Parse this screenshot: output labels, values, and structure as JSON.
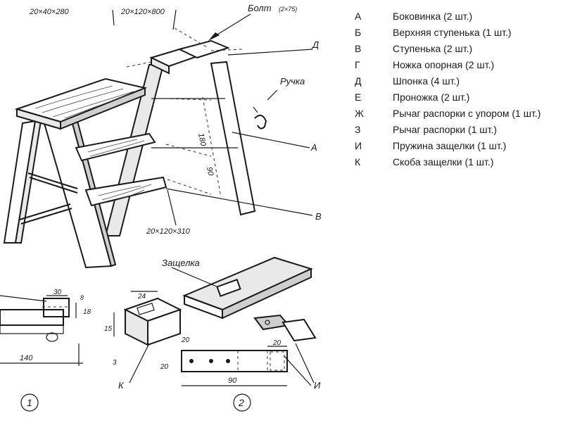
{
  "drawing": {
    "dimension_labels": {
      "top_step_size": "20×40×280",
      "top_board_size": "20×120×800",
      "lower_step_size": "20×120×310",
      "leg_length_a": "180",
      "leg_length_b": "90",
      "detail1_width": "30",
      "detail1_side": "8",
      "detail1_height": "18",
      "detail1_length": "140",
      "bracket_width": "24",
      "bracket_height": "15",
      "bracket_thickness": "3",
      "bracket_depth": "20",
      "plate_length": "90",
      "plate_height": "20",
      "plate_side": "20"
    },
    "callouts": {
      "bolt": "Болт",
      "bolt_size": "(2×75)",
      "handle": "Ручка",
      "latch": "Защелка",
      "part_d": "Д",
      "part_a": "А",
      "part_v": "В",
      "part_k": "К",
      "part_i": "И"
    },
    "detail_numbers": {
      "detail_1": "1",
      "detail_2": "2"
    }
  },
  "parts_legend": {
    "items": [
      {
        "letter": "А",
        "text": "Боковинка  (2 шт.)"
      },
      {
        "letter": "Б",
        "text": "Верхняя ступенька        (1 шт.)"
      },
      {
        "letter": "В",
        "text": "Ступенька  (2 шт.)"
      },
      {
        "letter": "Г",
        "text": "Ножка опорная    (2 шт.)"
      },
      {
        "letter": "Д",
        "text": "Шпонка       (4 шт.)"
      },
      {
        "letter": "Е",
        "text": "Проножка  (2 шт.)"
      },
      {
        "letter": "Ж",
        "text": "Рычаг распорки с упором (1 шт.)"
      },
      {
        "letter": "З",
        "text": "Рычаг распорки   (1 шт.)"
      },
      {
        "letter": "И",
        "text": "Пружина защелки (1 шт.)"
      },
      {
        "letter": "К",
        "text": "Скоба защелки    (1 шт.)"
      }
    ]
  }
}
